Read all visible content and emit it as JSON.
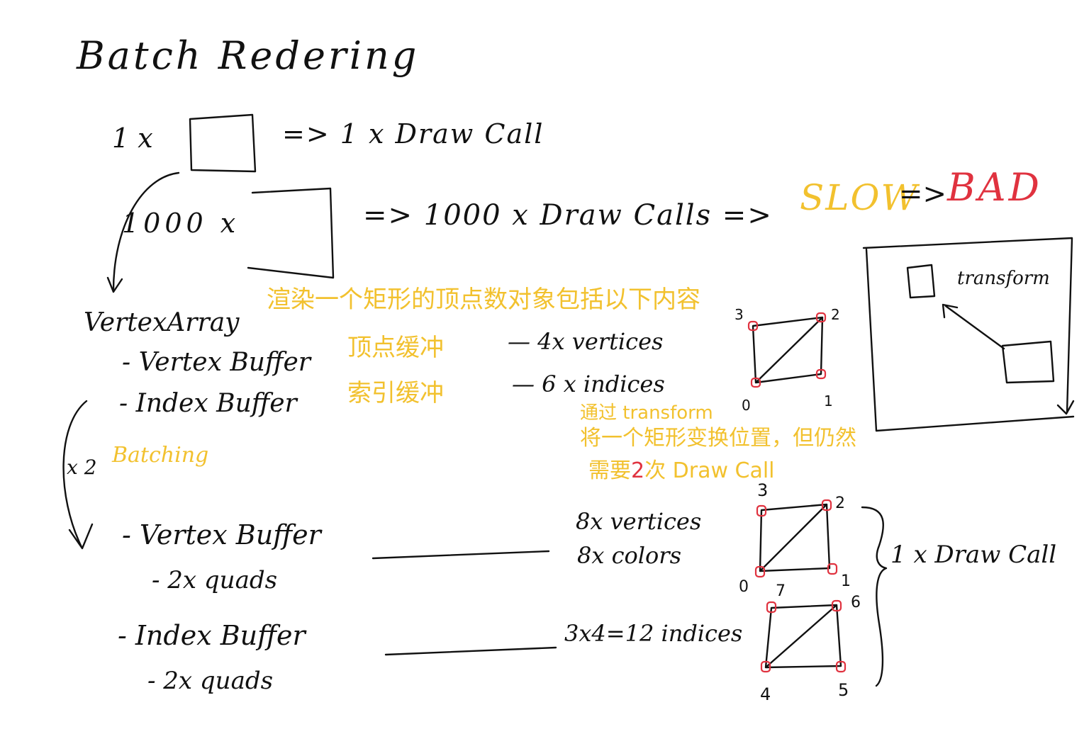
{
  "title": "Batch Redering",
  "colors": {
    "ink": "#111111",
    "yellow": "#f2c12e",
    "red": "#e0323f"
  },
  "row1": {
    "count": "1 x",
    "result": "=> 1 x Draw Call"
  },
  "row2": {
    "count": "1000 x",
    "result": "=> 1000 x Draw Calls =>",
    "slow": "SLOW",
    "arrow": "=>",
    "bad": "BAD"
  },
  "vertex_array": {
    "label": "VertexArray",
    "note_cn": "渲染一个矩形的顶点数对象包括以下内容",
    "vertex_buffer": "- Vertex Buffer",
    "vertex_buffer_cn": "顶点缓冲",
    "index_buffer": "- Index Buffer",
    "index_buffer_cn": "索引缓冲",
    "vertices": "— 4x vertices",
    "indices": "— 6 x indices"
  },
  "quad_single": {
    "v0": "0",
    "v1": "1",
    "v2": "2",
    "v3": "3"
  },
  "transform_box": {
    "label": "transform"
  },
  "transform_note": {
    "line1": "通过 transform",
    "line2": "将一个矩形变换位置，但仍然",
    "line3_pre": "需要",
    "line3_num": "2",
    "line3_post": "次 Draw Call"
  },
  "batching": {
    "x2": "x 2",
    "label": "Batching"
  },
  "batched": {
    "vertex_buffer": "- Vertex Buffer",
    "vb_quads": "- 2x quads",
    "index_buffer": "- Index Buffer",
    "ib_quads": "- 2x quads",
    "vertices": "8x vertices",
    "colors": "8x colors",
    "indices": "3x4=12 indices"
  },
  "quad_double": {
    "v0": "0",
    "v1": "1",
    "v2": "2",
    "v3": "3",
    "v4": "4",
    "v5": "5",
    "v6": "6",
    "v7": "7"
  },
  "draw_call_result": "1 x Draw Call"
}
